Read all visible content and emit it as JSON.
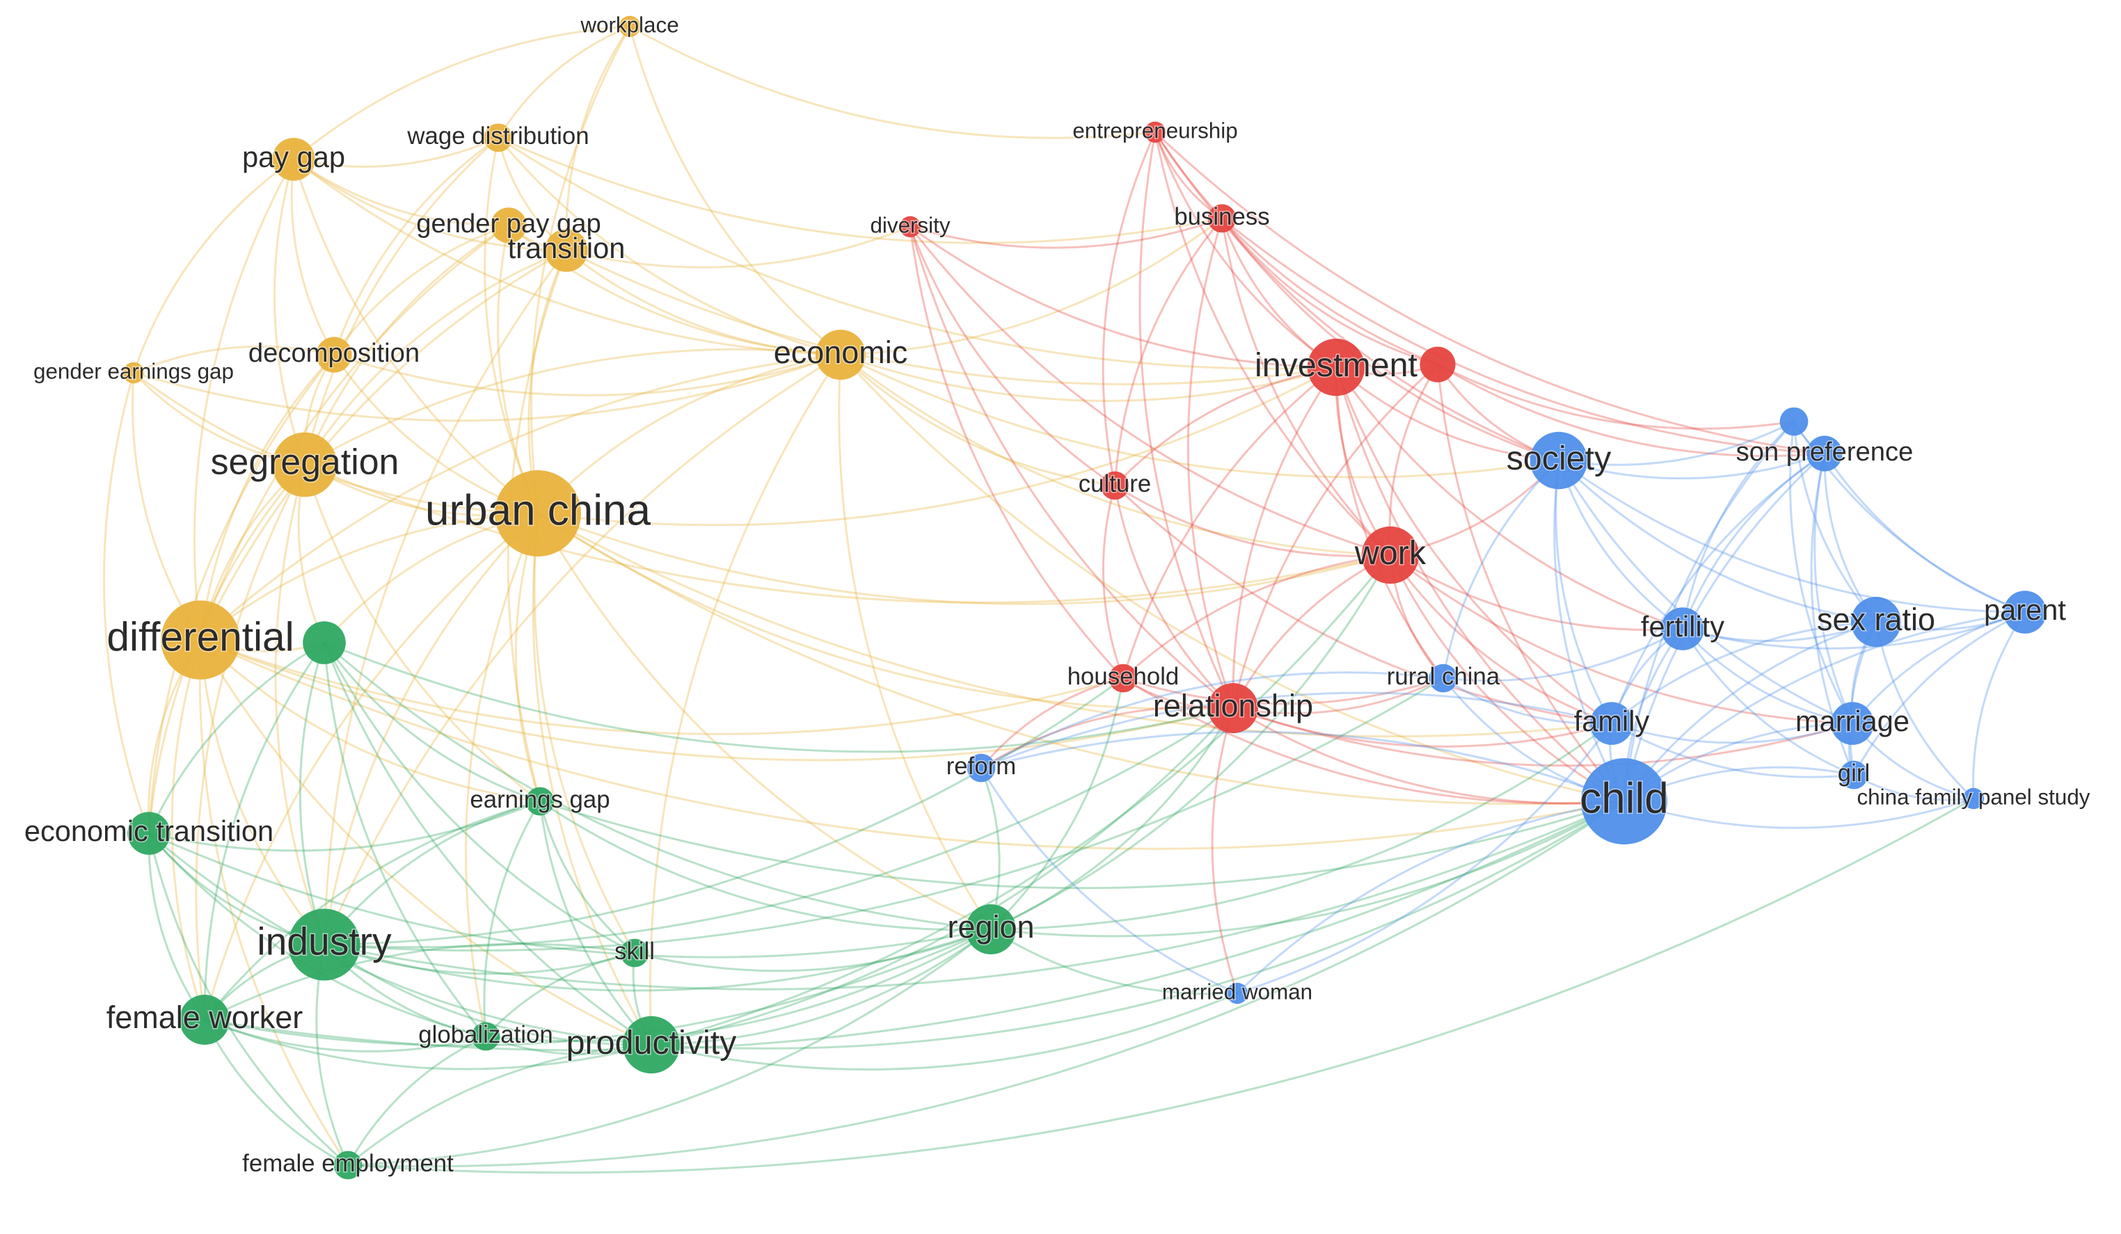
{
  "clusters": {
    "yellow": "#e9b23c",
    "green": "#2ea862",
    "red": "#e6453f",
    "blue": "#4f8fea"
  },
  "nodes": [
    {
      "id": "workplace",
      "label": "workplace",
      "cluster": "yellow",
      "weight": 1
    },
    {
      "id": "pay_gap",
      "label": "pay gap",
      "cluster": "yellow",
      "weight": 4
    },
    {
      "id": "wage_distribution",
      "label": "wage distribution",
      "cluster": "yellow",
      "weight": 2
    },
    {
      "id": "gender_pay_gap",
      "label": "gender pay gap",
      "cluster": "yellow",
      "weight": 3
    },
    {
      "id": "transition",
      "label": "transition",
      "cluster": "yellow",
      "weight": 4
    },
    {
      "id": "decomposition",
      "label": "decomposition",
      "cluster": "yellow",
      "weight": 3
    },
    {
      "id": "gender_earnings_gap",
      "label": "gender earnings gap",
      "cluster": "yellow",
      "weight": 1
    },
    {
      "id": "economic",
      "label": "economic",
      "cluster": "yellow",
      "weight": 5
    },
    {
      "id": "segregation",
      "label": "segregation",
      "cluster": "yellow",
      "weight": 7
    },
    {
      "id": "urban_china",
      "label": "urban china",
      "cluster": "yellow",
      "weight": 10
    },
    {
      "id": "differential",
      "label": "differential",
      "cluster": "yellow",
      "weight": 9
    },
    {
      "id": "green_hub",
      "label": "",
      "cluster": "green",
      "weight": 4
    },
    {
      "id": "economic_transition",
      "label": "economic transition",
      "cluster": "green",
      "weight": 4
    },
    {
      "id": "earnings_gap",
      "label": "earnings gap",
      "cluster": "green",
      "weight": 2
    },
    {
      "id": "industry",
      "label": "industry",
      "cluster": "green",
      "weight": 8
    },
    {
      "id": "skill",
      "label": "skill",
      "cluster": "green",
      "weight": 2
    },
    {
      "id": "female_worker",
      "label": "female worker",
      "cluster": "green",
      "weight": 5
    },
    {
      "id": "globalization",
      "label": "globalization",
      "cluster": "green",
      "weight": 2
    },
    {
      "id": "productivity",
      "label": "productivity",
      "cluster": "green",
      "weight": 6
    },
    {
      "id": "female_employment",
      "label": "female employment",
      "cluster": "green",
      "weight": 2
    },
    {
      "id": "region",
      "label": "region",
      "cluster": "green",
      "weight": 5
    },
    {
      "id": "entrepreneurship",
      "label": "entrepreneurship",
      "cluster": "red",
      "weight": 1
    },
    {
      "id": "diversity",
      "label": "diversity",
      "cluster": "red",
      "weight": 1
    },
    {
      "id": "business",
      "label": "business",
      "cluster": "red",
      "weight": 2
    },
    {
      "id": "investment",
      "label": "investment",
      "cluster": "red",
      "weight": 6
    },
    {
      "id": "red_hub",
      "label": "",
      "cluster": "red",
      "weight": 3
    },
    {
      "id": "culture",
      "label": "culture",
      "cluster": "red",
      "weight": 2
    },
    {
      "id": "work",
      "label": "work",
      "cluster": "red",
      "weight": 6
    },
    {
      "id": "household",
      "label": "household",
      "cluster": "red",
      "weight": 2
    },
    {
      "id": "relationship",
      "label": "relationship",
      "cluster": "red",
      "weight": 5
    },
    {
      "id": "society",
      "label": "society",
      "cluster": "blue",
      "weight": 6
    },
    {
      "id": "blue_top",
      "label": "",
      "cluster": "blue",
      "weight": 2
    },
    {
      "id": "son_preference",
      "label": "son preference",
      "cluster": "blue",
      "weight": 3
    },
    {
      "id": "rural_china",
      "label": "rural china",
      "cluster": "blue",
      "weight": 2
    },
    {
      "id": "fertility",
      "label": "fertility",
      "cluster": "blue",
      "weight": 4
    },
    {
      "id": "sex_ratio",
      "label": "sex ratio",
      "cluster": "blue",
      "weight": 5
    },
    {
      "id": "parent",
      "label": "parent",
      "cluster": "blue",
      "weight": 4
    },
    {
      "id": "family",
      "label": "family",
      "cluster": "blue",
      "weight": 4
    },
    {
      "id": "marriage",
      "label": "marriage",
      "cluster": "blue",
      "weight": 4
    },
    {
      "id": "girl",
      "label": "girl",
      "cluster": "blue",
      "weight": 2
    },
    {
      "id": "china_family_panel_study",
      "label": "china family panel study",
      "cluster": "blue",
      "weight": 1
    },
    {
      "id": "child",
      "label": "child",
      "cluster": "blue",
      "weight": 10
    },
    {
      "id": "reform",
      "label": "reform",
      "cluster": "blue",
      "weight": 2
    },
    {
      "id": "married_woman",
      "label": "married woman",
      "cluster": "blue",
      "weight": 1
    }
  ],
  "edges": [
    [
      "workplace",
      "wage_distribution"
    ],
    [
      "workplace",
      "pay_gap"
    ],
    [
      "workplace",
      "transition"
    ],
    [
      "workplace",
      "economic"
    ],
    [
      "workplace",
      "urban_china"
    ],
    [
      "workplace",
      "entrepreneurship"
    ],
    [
      "pay_gap",
      "wage_distribution"
    ],
    [
      "pay_gap",
      "gender_pay_gap"
    ],
    [
      "pay_gap",
      "transition"
    ],
    [
      "pay_gap",
      "decomposition"
    ],
    [
      "pay_gap",
      "segregation"
    ],
    [
      "pay_gap",
      "urban_china"
    ],
    [
      "pay_gap",
      "differential"
    ],
    [
      "pay_gap",
      "gender_earnings_gap"
    ],
    [
      "pay_gap",
      "economic"
    ],
    [
      "wage_distribution",
      "transition"
    ],
    [
      "wage_distribution",
      "segregation"
    ],
    [
      "wage_distribution",
      "urban_china"
    ],
    [
      "wage_distribution",
      "decomposition"
    ],
    [
      "wage_distribution",
      "economic"
    ],
    [
      "wage_distribution",
      "business"
    ],
    [
      "wage_distribution",
      "investment"
    ],
    [
      "gender_pay_gap",
      "transition"
    ],
    [
      "gender_pay_gap",
      "segregation"
    ],
    [
      "gender_pay_gap",
      "urban_china"
    ],
    [
      "gender_pay_gap",
      "decomposition"
    ],
    [
      "gender_pay_gap",
      "differential"
    ],
    [
      "gender_pay_gap",
      "economic"
    ],
    [
      "transition",
      "urban_china"
    ],
    [
      "transition",
      "economic"
    ],
    [
      "transition",
      "segregation"
    ],
    [
      "transition",
      "differential"
    ],
    [
      "transition",
      "industry"
    ],
    [
      "transition",
      "diversity"
    ],
    [
      "transition",
      "investment"
    ],
    [
      "transition",
      "earnings_gap"
    ],
    [
      "decomposition",
      "segregation"
    ],
    [
      "decomposition",
      "urban_china"
    ],
    [
      "decomposition",
      "differential"
    ],
    [
      "decomposition",
      "gender_earnings_gap"
    ],
    [
      "decomposition",
      "economic_transition"
    ],
    [
      "decomposition",
      "economic"
    ],
    [
      "gender_earnings_gap",
      "segregation"
    ],
    [
      "gender_earnings_gap",
      "differential"
    ],
    [
      "gender_earnings_gap",
      "urban_china"
    ],
    [
      "gender_earnings_gap",
      "economic_transition"
    ],
    [
      "gender_earnings_gap",
      "economic"
    ],
    [
      "economic",
      "urban_china"
    ],
    [
      "economic",
      "segregation"
    ],
    [
      "economic",
      "differential"
    ],
    [
      "economic",
      "investment"
    ],
    [
      "economic",
      "work"
    ],
    [
      "economic",
      "culture"
    ],
    [
      "economic",
      "region"
    ],
    [
      "economic",
      "productivity"
    ],
    [
      "economic",
      "industry"
    ],
    [
      "economic",
      "society"
    ],
    [
      "economic",
      "child"
    ],
    [
      "economic",
      "business"
    ],
    [
      "segregation",
      "urban_china"
    ],
    [
      "segregation",
      "differential"
    ],
    [
      "segregation",
      "green_hub"
    ],
    [
      "segregation",
      "industry"
    ],
    [
      "segregation",
      "economic_transition"
    ],
    [
      "segregation",
      "female_worker"
    ],
    [
      "segregation",
      "earnings_gap"
    ],
    [
      "segregation",
      "work"
    ],
    [
      "urban_china",
      "differential"
    ],
    [
      "urban_china",
      "green_hub"
    ],
    [
      "urban_china",
      "industry"
    ],
    [
      "urban_china",
      "earnings_gap"
    ],
    [
      "urban_china",
      "productivity"
    ],
    [
      "urban_china",
      "skill"
    ],
    [
      "urban_china",
      "work"
    ],
    [
      "urban_china",
      "relationship"
    ],
    [
      "urban_china",
      "investment"
    ],
    [
      "urban_china",
      "family"
    ],
    [
      "urban_china",
      "child"
    ],
    [
      "urban_china",
      "region"
    ],
    [
      "urban_china",
      "female_worker"
    ],
    [
      "urban_china",
      "globalization"
    ],
    [
      "differential",
      "green_hub"
    ],
    [
      "differential",
      "economic_transition"
    ],
    [
      "differential",
      "industry"
    ],
    [
      "differential",
      "female_worker"
    ],
    [
      "differential",
      "earnings_gap"
    ],
    [
      "differential",
      "productivity"
    ],
    [
      "differential",
      "relationship"
    ],
    [
      "differential",
      "child"
    ],
    [
      "differential",
      "household"
    ],
    [
      "differential",
      "female_employment"
    ],
    [
      "green_hub",
      "economic_transition"
    ],
    [
      "green_hub",
      "industry"
    ],
    [
      "green_hub",
      "earnings_gap"
    ],
    [
      "green_hub",
      "skill"
    ],
    [
      "green_hub",
      "productivity"
    ],
    [
      "green_hub",
      "female_worker"
    ],
    [
      "green_hub",
      "globalization"
    ],
    [
      "green_hub",
      "region"
    ],
    [
      "green_hub",
      "relationship"
    ],
    [
      "economic_transition",
      "industry"
    ],
    [
      "economic_transition",
      "female_worker"
    ],
    [
      "economic_transition",
      "earnings_gap"
    ],
    [
      "economic_transition",
      "productivity"
    ],
    [
      "economic_transition",
      "female_employment"
    ],
    [
      "economic_transition",
      "globalization"
    ],
    [
      "economic_transition",
      "region"
    ],
    [
      "earnings_gap",
      "industry"
    ],
    [
      "earnings_gap",
      "skill"
    ],
    [
      "earnings_gap",
      "productivity"
    ],
    [
      "earnings_gap",
      "region"
    ],
    [
      "earnings_gap",
      "female_worker"
    ],
    [
      "earnings_gap",
      "globalization"
    ],
    [
      "earnings_gap",
      "child"
    ],
    [
      "industry",
      "skill"
    ],
    [
      "industry",
      "female_worker"
    ],
    [
      "industry",
      "globalization"
    ],
    [
      "industry",
      "productivity"
    ],
    [
      "industry",
      "female_employment"
    ],
    [
      "industry",
      "region"
    ],
    [
      "industry",
      "relationship"
    ],
    [
      "industry",
      "household"
    ],
    [
      "industry",
      "child"
    ],
    [
      "industry",
      "rural_china"
    ],
    [
      "skill",
      "productivity"
    ],
    [
      "skill",
      "globalization"
    ],
    [
      "skill",
      "region"
    ],
    [
      "skill",
      "female_worker"
    ],
    [
      "female_worker",
      "globalization"
    ],
    [
      "female_worker",
      "productivity"
    ],
    [
      "female_worker",
      "female_employment"
    ],
    [
      "female_worker",
      "region"
    ],
    [
      "female_worker",
      "child"
    ],
    [
      "globalization",
      "productivity"
    ],
    [
      "globalization",
      "female_employment"
    ],
    [
      "globalization",
      "region"
    ],
    [
      "productivity",
      "female_employment"
    ],
    [
      "productivity",
      "region"
    ],
    [
      "productivity",
      "relationship"
    ],
    [
      "productivity",
      "married_woman"
    ],
    [
      "productivity",
      "child"
    ],
    [
      "productivity",
      "work"
    ],
    [
      "female_employment",
      "region"
    ],
    [
      "female_employment",
      "child"
    ],
    [
      "female_employment",
      "china_family_panel_study"
    ],
    [
      "region",
      "relationship"
    ],
    [
      "region",
      "household"
    ],
    [
      "region",
      "work"
    ],
    [
      "region",
      "married_woman"
    ],
    [
      "region",
      "child"
    ],
    [
      "region",
      "family"
    ],
    [
      "region",
      "reform"
    ],
    [
      "entrepreneurship",
      "business"
    ],
    [
      "entrepreneurship",
      "investment"
    ],
    [
      "entrepreneurship",
      "culture"
    ],
    [
      "entrepreneurship",
      "work"
    ],
    [
      "entrepreneurship",
      "relationship"
    ],
    [
      "entrepreneurship",
      "red_hub"
    ],
    [
      "entrepreneurship",
      "society"
    ],
    [
      "entrepreneurship",
      "son_preference"
    ],
    [
      "diversity",
      "business"
    ],
    [
      "diversity",
      "culture"
    ],
    [
      "diversity",
      "investment"
    ],
    [
      "diversity",
      "relationship"
    ],
    [
      "diversity",
      "work"
    ],
    [
      "diversity",
      "household"
    ],
    [
      "business",
      "investment"
    ],
    [
      "business",
      "red_hub"
    ],
    [
      "business",
      "work"
    ],
    [
      "business",
      "culture"
    ],
    [
      "business",
      "relationship"
    ],
    [
      "business",
      "society"
    ],
    [
      "business",
      "son_preference"
    ],
    [
      "investment",
      "red_hub"
    ],
    [
      "investment",
      "work"
    ],
    [
      "investment",
      "culture"
    ],
    [
      "investment",
      "relationship"
    ],
    [
      "investment",
      "society"
    ],
    [
      "investment",
      "child"
    ],
    [
      "investment",
      "family"
    ],
    [
      "investment",
      "household"
    ],
    [
      "investment",
      "fertility"
    ],
    [
      "investment",
      "rural_china"
    ],
    [
      "red_hub",
      "work"
    ],
    [
      "red_hub",
      "society"
    ],
    [
      "red_hub",
      "son_preference"
    ],
    [
      "red_hub",
      "blue_top"
    ],
    [
      "red_hub",
      "child"
    ],
    [
      "red_hub",
      "relationship"
    ],
    [
      "culture",
      "work"
    ],
    [
      "culture",
      "relationship"
    ],
    [
      "culture",
      "household"
    ],
    [
      "culture",
      "family"
    ],
    [
      "work",
      "relationship"
    ],
    [
      "work",
      "household"
    ],
    [
      "work",
      "family"
    ],
    [
      "work",
      "child"
    ],
    [
      "work",
      "society"
    ],
    [
      "work",
      "rural_china"
    ],
    [
      "work",
      "fertility"
    ],
    [
      "work",
      "marriage"
    ],
    [
      "household",
      "relationship"
    ],
    [
      "household",
      "reform"
    ],
    [
      "household",
      "child"
    ],
    [
      "household",
      "rural_china"
    ],
    [
      "relationship",
      "reform"
    ],
    [
      "relationship",
      "rural_china"
    ],
    [
      "relationship",
      "family"
    ],
    [
      "relationship",
      "child"
    ],
    [
      "relationship",
      "married_woman"
    ],
    [
      "relationship",
      "marriage"
    ],
    [
      "society",
      "blue_top"
    ],
    [
      "society",
      "son_preference"
    ],
    [
      "society",
      "fertility"
    ],
    [
      "society",
      "sex_ratio"
    ],
    [
      "society",
      "family"
    ],
    [
      "society",
      "child"
    ],
    [
      "society",
      "marriage"
    ],
    [
      "society",
      "parent"
    ],
    [
      "society",
      "rural_china"
    ],
    [
      "blue_top",
      "son_preference"
    ],
    [
      "blue_top",
      "sex_ratio"
    ],
    [
      "blue_top",
      "parent"
    ],
    [
      "blue_top",
      "fertility"
    ],
    [
      "blue_top",
      "child"
    ],
    [
      "blue_top",
      "marriage"
    ],
    [
      "son_preference",
      "sex_ratio"
    ],
    [
      "son_preference",
      "fertility"
    ],
    [
      "son_preference",
      "girl"
    ],
    [
      "son_preference",
      "marriage"
    ],
    [
      "son_preference",
      "child"
    ],
    [
      "son_preference",
      "parent"
    ],
    [
      "son_preference",
      "family"
    ],
    [
      "rural_china",
      "family"
    ],
    [
      "rural_china",
      "child"
    ],
    [
      "rural_china",
      "fertility"
    ],
    [
      "rural_china",
      "reform"
    ],
    [
      "fertility",
      "sex_ratio"
    ],
    [
      "fertility",
      "family"
    ],
    [
      "fertility",
      "child"
    ],
    [
      "fertility",
      "marriage"
    ],
    [
      "fertility",
      "girl"
    ],
    [
      "fertility",
      "parent"
    ],
    [
      "sex_ratio",
      "parent"
    ],
    [
      "sex_ratio",
      "marriage"
    ],
    [
      "sex_ratio",
      "girl"
    ],
    [
      "sex_ratio",
      "child"
    ],
    [
      "sex_ratio",
      "china_family_panel_study"
    ],
    [
      "sex_ratio",
      "family"
    ],
    [
      "parent",
      "marriage"
    ],
    [
      "parent",
      "child"
    ],
    [
      "parent",
      "china_family_panel_study"
    ],
    [
      "parent",
      "girl"
    ],
    [
      "family",
      "child"
    ],
    [
      "family",
      "marriage"
    ],
    [
      "family",
      "girl"
    ],
    [
      "family",
      "reform"
    ],
    [
      "marriage",
      "girl"
    ],
    [
      "marriage",
      "child"
    ],
    [
      "marriage",
      "china_family_panel_study"
    ],
    [
      "girl",
      "child"
    ],
    [
      "girl",
      "china_family_panel_study"
    ],
    [
      "child",
      "china_family_panel_study"
    ],
    [
      "child",
      "married_woman"
    ],
    [
      "child",
      "reform"
    ],
    [
      "reform",
      "married_woman"
    ],
    [
      "married_woman",
      "family"
    ]
  ]
}
